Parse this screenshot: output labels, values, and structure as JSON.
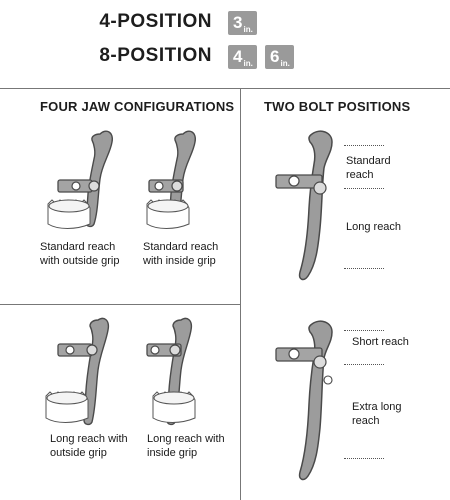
{
  "header": {
    "row1": {
      "label": "4-POSITION",
      "badges": [
        {
          "num": "3",
          "unit": "in."
        }
      ]
    },
    "row2": {
      "label": "8-POSITION",
      "badges": [
        {
          "num": "4",
          "unit": "in."
        },
        {
          "num": "6",
          "unit": "in."
        }
      ]
    }
  },
  "left_section": {
    "title": "FOUR JAW CONFIGURATIONS",
    "captions": [
      "Standard reach with outside grip",
      "Standard reach with inside grip",
      "Long reach with outside grip",
      "Long reach with inside grip"
    ]
  },
  "right_section": {
    "title": "TWO BOLT POSITIONS",
    "labels": {
      "standard": "Standard reach",
      "long": "Long reach",
      "short": "Short reach",
      "extra_long": "Extra long reach"
    }
  },
  "colors": {
    "badge": "#9a9a9a",
    "jaw_fill": "#9c9c9c",
    "jaw_stroke": "#4a4a4a",
    "divider": "#777777"
  }
}
